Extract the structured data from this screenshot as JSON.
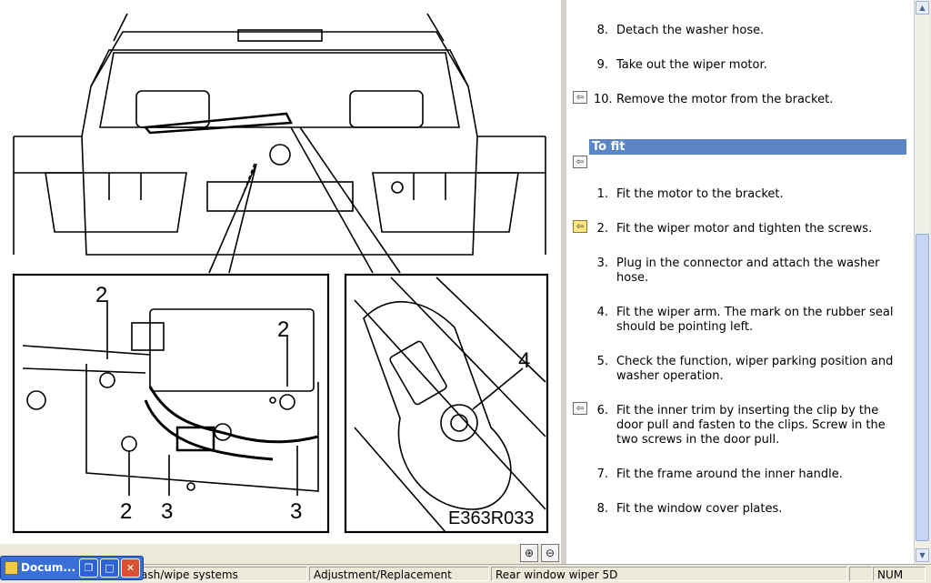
{
  "illustration": {
    "code": "E363R033",
    "callouts": [
      "2",
      "2",
      "2",
      "3",
      "3",
      "4"
    ]
  },
  "instructions": {
    "removal_steps": [
      {
        "num": "8.",
        "text": "Detach the washer hose."
      },
      {
        "num": "9.",
        "text": "Take out the wiper motor."
      },
      {
        "num": "10.",
        "text": "Remove the motor from the bracket."
      }
    ],
    "fit_heading": "To fit",
    "fit_steps": [
      {
        "num": "1.",
        "text": "Fit the motor to the bracket."
      },
      {
        "num": "2.",
        "text": "Fit the wiper motor and tighten the screws."
      },
      {
        "num": "3.",
        "text": "Plug in the connector and attach the washer hose."
      },
      {
        "num": "4.",
        "text": "Fit the wiper arm. The mark on the rubber seal should be pointing left."
      },
      {
        "num": "5.",
        "text": "Check the function, wiper parking position and washer operation."
      },
      {
        "num": "6.",
        "text": "Fit the inner trim by inserting the clip by the door pull and fasten to the clips. Screw in the two screws in the door pull."
      },
      {
        "num": "7.",
        "text": "Fit the frame around the inner handle."
      },
      {
        "num": "8.",
        "text": "Fit the window cover plates."
      }
    ]
  },
  "zoom": {
    "zoom_in_icon": "zoom-in-icon",
    "zoom_out_icon": "zoom-out-icon"
  },
  "statusbar": {
    "section": "ash/wipe systems",
    "operation": "Adjustment/Replacement",
    "topic": "Rear window wiper 5D",
    "num": "NUM"
  },
  "taskbar": {
    "title": "Docum...",
    "restore": "❐",
    "maximize": "□",
    "close": "✕"
  },
  "colors": {
    "heading_bg": "#5B86C5",
    "taskbar": "#3A6FD8",
    "close": "#D8502E"
  }
}
